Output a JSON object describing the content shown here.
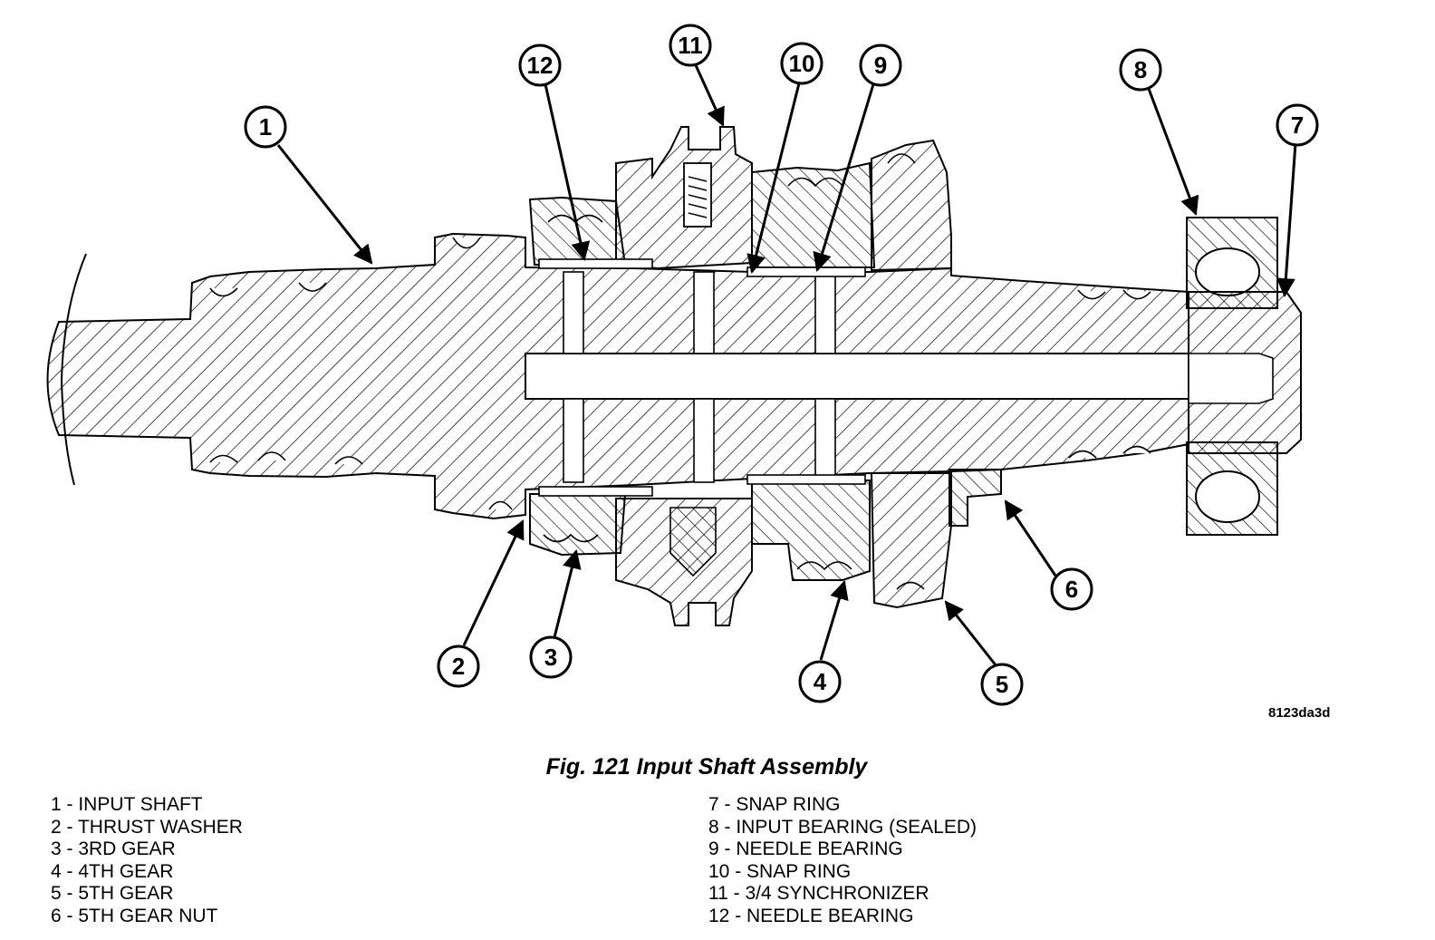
{
  "callouts": [
    "1",
    "2",
    "3",
    "4",
    "5",
    "6",
    "7",
    "8",
    "9",
    "10",
    "11",
    "12"
  ],
  "figure_id": "8123da3d",
  "caption": "Fig. 121 Input Shaft Assembly",
  "legend": {
    "left": [
      "1 - INPUT SHAFT",
      "2 - THRUST WASHER",
      "3 - 3RD GEAR",
      "4 - 4TH GEAR",
      "5 - 5TH GEAR",
      "6 - 5TH GEAR NUT"
    ],
    "right": [
      "7 - SNAP RING",
      "8 - INPUT BEARING (SEALED)",
      "9 - NEEDLE BEARING",
      "10 - SNAP RING",
      "11 - 3/4 SYNCHRONIZER",
      "12 - NEEDLE BEARING"
    ]
  }
}
